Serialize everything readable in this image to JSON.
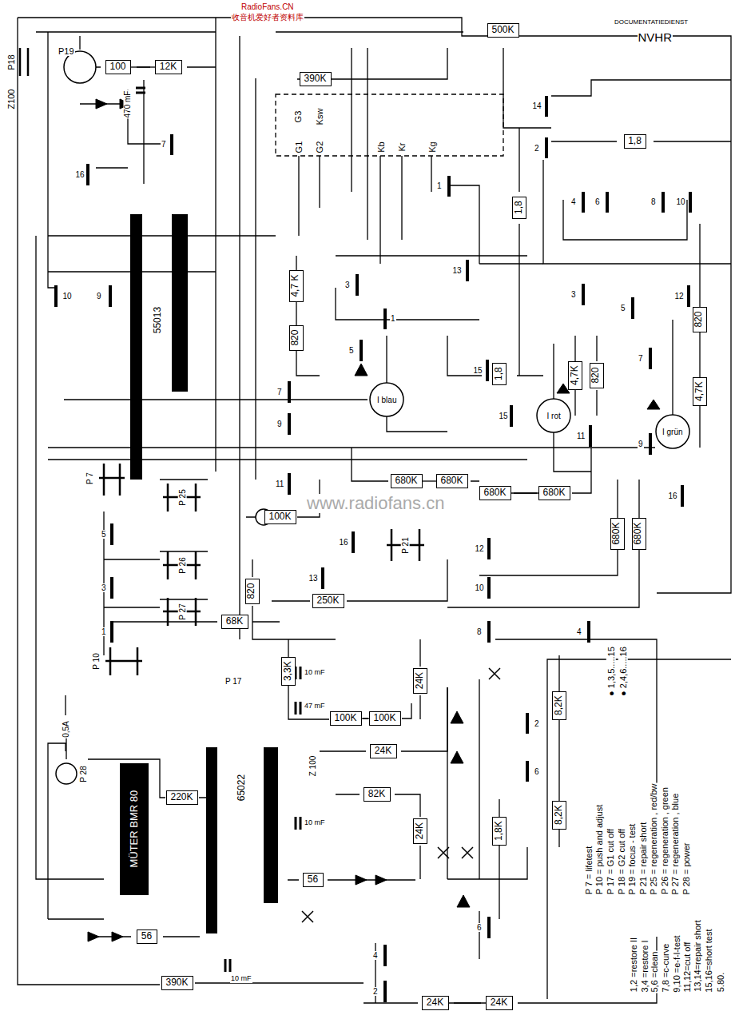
{
  "diagram": {
    "nodes": [
      {
        "text": [
          "100"
        ]
      },
      {
        "text": [
          "12K"
        ]
      },
      {
        "text": [
          "390K"
        ]
      },
      {
        "text": [
          "500K"
        ]
      },
      {
        "text": [
          "1,8"
        ]
      },
      {
        "text": [
          "1,8"
        ]
      },
      {
        "text": [
          "4,7 K"
        ]
      },
      {
        "text": [
          "820"
        ]
      },
      {
        "text": [
          "1,8"
        ]
      },
      {
        "text": [
          "4,7K"
        ]
      },
      {
        "text": [
          "820"
        ]
      },
      {
        "text": [
          "820"
        ]
      },
      {
        "text": [
          "4,7K"
        ]
      },
      {
        "text": [
          "680K"
        ]
      },
      {
        "text": [
          "680K"
        ]
      },
      {
        "text": [
          "680K"
        ]
      },
      {
        "text": [
          "680K"
        ]
      },
      {
        "text": [
          "680K"
        ]
      },
      {
        "text": [
          "680K"
        ]
      },
      {
        "text": [
          "100K"
        ]
      },
      {
        "text": [
          "820"
        ]
      },
      {
        "text": [
          "250K"
        ]
      },
      {
        "text": [
          "68K"
        ]
      },
      {
        "text": [
          "3,3K"
        ]
      },
      {
        "text": [
          "100K"
        ]
      },
      {
        "text": [
          "100K"
        ]
      },
      {
        "text": [
          "24K"
        ]
      },
      {
        "text": [
          "24K"
        ]
      },
      {
        "text": [
          "82K"
        ]
      },
      {
        "text": [
          "24K"
        ]
      },
      {
        "text": [
          "220K"
        ]
      },
      {
        "text": [
          "56"
        ]
      },
      {
        "text": [
          "56"
        ]
      },
      {
        "text": [
          "390K"
        ]
      },
      {
        "text": [
          "24K"
        ]
      },
      {
        "text": [
          "24K"
        ]
      },
      {
        "text": [
          "8,2K"
        ]
      },
      {
        "text": [
          "8,2K"
        ]
      },
      {
        "text": [
          "1,8K"
        ]
      }
    ],
    "edges": [
      {
        "from": 0,
        "to": 1,
        "arrow": "none"
      },
      {
        "from": 13,
        "to": 14,
        "arrow": "none"
      },
      {
        "from": 15,
        "to": 16,
        "arrow": "none"
      },
      {
        "from": 24,
        "to": 25,
        "arrow": "none"
      },
      {
        "from": 34,
        "to": 35,
        "arrow": "none"
      }
    ],
    "labels": [
      "RadioFans.CN",
      "收音机爱好者资料库",
      "DOCUMENTATIEDIENST",
      "NVHR",
      "P19",
      "P18",
      "Z100",
      "470 mF",
      "G1",
      "G2",
      "G3",
      "Ksw",
      "Kb",
      "Kr",
      "Kg",
      "55013",
      "I blau",
      "I rot",
      "I grün",
      "P 7",
      "P 25",
      "P 26",
      "P 27",
      "P 10",
      "P 17",
      "P 21",
      "P 28",
      "0,5A",
      "10 mF",
      "47 mF",
      "10 mF",
      "Z 100",
      "65022",
      "MÜTER BMR 80",
      "10 mF",
      "P 7 = lifetest",
      "P 10 = push and adjust",
      "P 17 = G1 cut off",
      "P 18 = G2 cut off",
      "P 19 = focus - test",
      "P 21 = repair short",
      "P 25 = regeneration , red/bw",
      "P 26 = regeneration , green",
      "P 27 = regeneration , blue",
      "P 28 = power",
      "1,2 =restore II",
      "3,4 =restore I",
      "5,6 =clean",
      "7,8 =c-curve",
      "9,10 =e-f-l-test",
      "11,12=cut off",
      "13,14=repair short",
      "15,16=short test",
      "● 1,3,5.....15",
      "● 2,4,6.....16",
      "5.80.",
      "www.radiofans.cn",
      "16",
      "10",
      "9",
      "7",
      "5",
      "3",
      "1",
      "14",
      "2",
      "1",
      "4",
      "6",
      "8",
      "10",
      "13",
      "3",
      "1",
      "5",
      "15",
      "15",
      "7",
      "9",
      "11",
      "16",
      "13",
      "12",
      "10",
      "8",
      "4",
      "3",
      "5",
      "7",
      "11",
      "9",
      "12",
      "16",
      "2",
      "6",
      "6",
      "4",
      "2"
    ]
  }
}
